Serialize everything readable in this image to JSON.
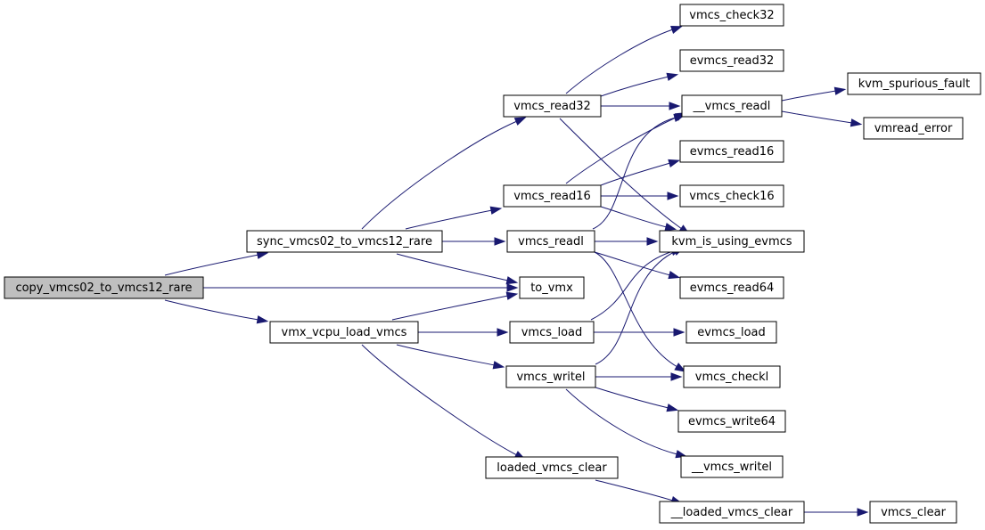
{
  "colors": {
    "edge": "#191970",
    "node_border": "#000000",
    "node_fill": "#ffffff",
    "root_fill": "#bfbfbf"
  },
  "nodes": {
    "copy_vmcs02_to_vmcs12_rare": "copy_vmcs02_to_vmcs12_rare",
    "sync_vmcs02_to_vmcs12_rare": "sync_vmcs02_to_vmcs12_rare",
    "vmx_vcpu_load_vmcs": "vmx_vcpu_load_vmcs",
    "to_vmx": "to_vmx",
    "vmcs_read32": "vmcs_read32",
    "vmcs_read16": "vmcs_read16",
    "vmcs_readl": "vmcs_readl",
    "vmcs_load": "vmcs_load",
    "vmcs_writel": "vmcs_writel",
    "loaded_vmcs_clear": "loaded_vmcs_clear",
    "vmcs_check32": "vmcs_check32",
    "evmcs_read32": "evmcs_read32",
    "__vmcs_readl": "__vmcs_readl",
    "evmcs_read16": "evmcs_read16",
    "vmcs_check16": "vmcs_check16",
    "kvm_is_using_evmcs": "kvm_is_using_evmcs",
    "evmcs_read64": "evmcs_read64",
    "evmcs_load": "evmcs_load",
    "vmcs_checkl": "vmcs_checkl",
    "evmcs_write64": "evmcs_write64",
    "__vmcs_writel": "__vmcs_writel",
    "__loaded_vmcs_clear": "__loaded_vmcs_clear",
    "kvm_spurious_fault": "kvm_spurious_fault",
    "vmread_error": "vmread_error",
    "vmcs_clear": "vmcs_clear"
  },
  "edges": [
    [
      "copy_vmcs02_to_vmcs12_rare",
      "sync_vmcs02_to_vmcs12_rare"
    ],
    [
      "copy_vmcs02_to_vmcs12_rare",
      "to_vmx"
    ],
    [
      "copy_vmcs02_to_vmcs12_rare",
      "vmx_vcpu_load_vmcs"
    ],
    [
      "sync_vmcs02_to_vmcs12_rare",
      "vmcs_read32"
    ],
    [
      "sync_vmcs02_to_vmcs12_rare",
      "vmcs_read16"
    ],
    [
      "sync_vmcs02_to_vmcs12_rare",
      "vmcs_readl"
    ],
    [
      "sync_vmcs02_to_vmcs12_rare",
      "to_vmx"
    ],
    [
      "vmx_vcpu_load_vmcs",
      "to_vmx"
    ],
    [
      "vmx_vcpu_load_vmcs",
      "vmcs_load"
    ],
    [
      "vmx_vcpu_load_vmcs",
      "vmcs_writel"
    ],
    [
      "vmx_vcpu_load_vmcs",
      "loaded_vmcs_clear"
    ],
    [
      "vmcs_read32",
      "vmcs_check32"
    ],
    [
      "vmcs_read32",
      "evmcs_read32"
    ],
    [
      "vmcs_read32",
      "__vmcs_readl"
    ],
    [
      "vmcs_read32",
      "kvm_is_using_evmcs"
    ],
    [
      "vmcs_read16",
      "__vmcs_readl"
    ],
    [
      "vmcs_read16",
      "evmcs_read16"
    ],
    [
      "vmcs_read16",
      "vmcs_check16"
    ],
    [
      "vmcs_read16",
      "kvm_is_using_evmcs"
    ],
    [
      "vmcs_readl",
      "__vmcs_readl"
    ],
    [
      "vmcs_readl",
      "kvm_is_using_evmcs"
    ],
    [
      "vmcs_readl",
      "evmcs_read64"
    ],
    [
      "vmcs_readl",
      "vmcs_checkl"
    ],
    [
      "vmcs_load",
      "kvm_is_using_evmcs"
    ],
    [
      "vmcs_load",
      "evmcs_load"
    ],
    [
      "vmcs_writel",
      "kvm_is_using_evmcs"
    ],
    [
      "vmcs_writel",
      "vmcs_checkl"
    ],
    [
      "vmcs_writel",
      "evmcs_write64"
    ],
    [
      "vmcs_writel",
      "__vmcs_writel"
    ],
    [
      "loaded_vmcs_clear",
      "__loaded_vmcs_clear"
    ],
    [
      "__vmcs_readl",
      "kvm_spurious_fault"
    ],
    [
      "__vmcs_readl",
      "vmread_error"
    ],
    [
      "__loaded_vmcs_clear",
      "vmcs_clear"
    ]
  ]
}
